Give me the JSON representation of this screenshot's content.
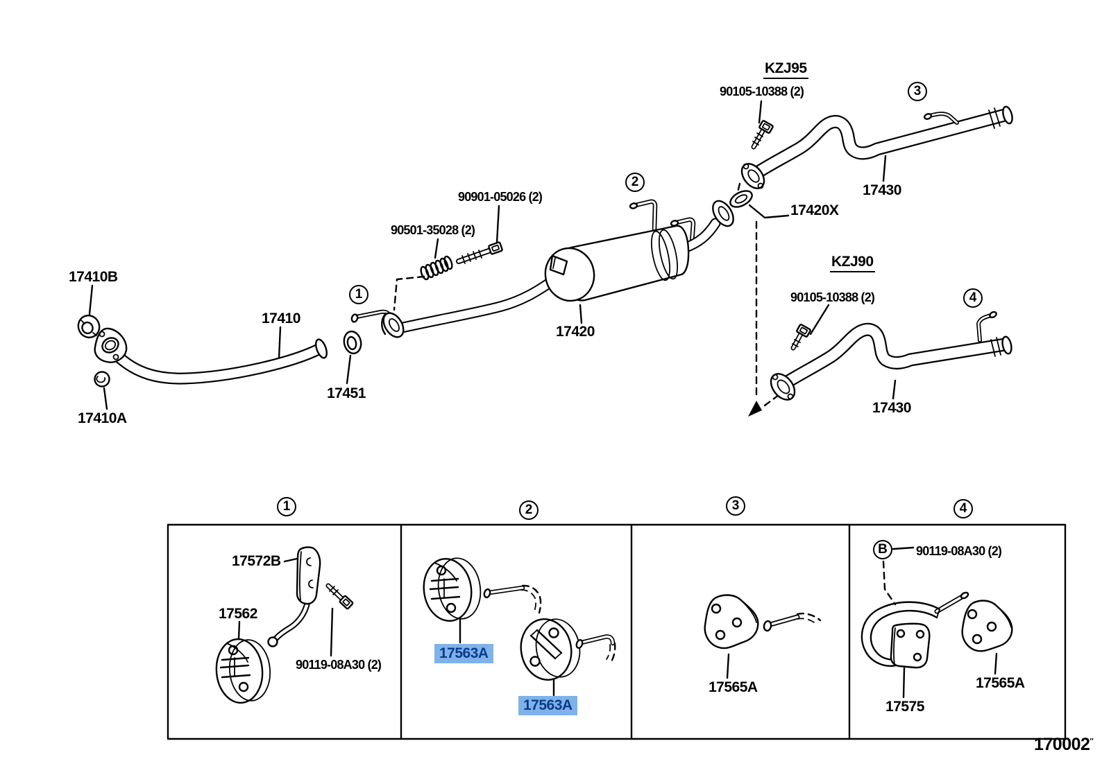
{
  "figure": {
    "number": "170002",
    "number_suffix": "″"
  },
  "selection": {
    "highlighted_part": "17563A",
    "highlight_bg": "#7FB2E9",
    "highlight_text": "#0B3C8C"
  },
  "colors": {
    "line": "#000000",
    "background": "#FFFFFF"
  },
  "main": {
    "headings": {
      "kzj95": "KZJ95",
      "kzj90": "KZJ90"
    },
    "callouts": {
      "c1": "1",
      "c2": "2",
      "c3": "3",
      "c4": "4"
    },
    "parts": {
      "p17410B": "17410B",
      "p17410": "17410",
      "p17410A": "17410A",
      "p17451": "17451",
      "spring": "90501-35028 (2)",
      "bolt": "90901-05026 (2)",
      "p17420": "17420",
      "p17420X": "17420X",
      "kzj95_bolt": "90105-10388 (2)",
      "kzj95_tailpipe": "17430",
      "kzj90_bolt": "90105-10388 (2)",
      "kzj90_tailpipe": "17430"
    }
  },
  "details": {
    "callouts": {
      "c1": "1",
      "c2": "2",
      "c3": "3",
      "c4": "4",
      "b": "B"
    },
    "panel1": {
      "bracket": "17572B",
      "hanger": "17562",
      "bolt": "90119-08A30 (2)"
    },
    "panel2": {
      "hanger_front": "17563A",
      "hanger_rear": "17563A"
    },
    "panel3": {
      "hanger": "17565A"
    },
    "panel4": {
      "bolt": "90119-08A30 (2)",
      "bracket": "17575",
      "hanger": "17565A"
    }
  }
}
